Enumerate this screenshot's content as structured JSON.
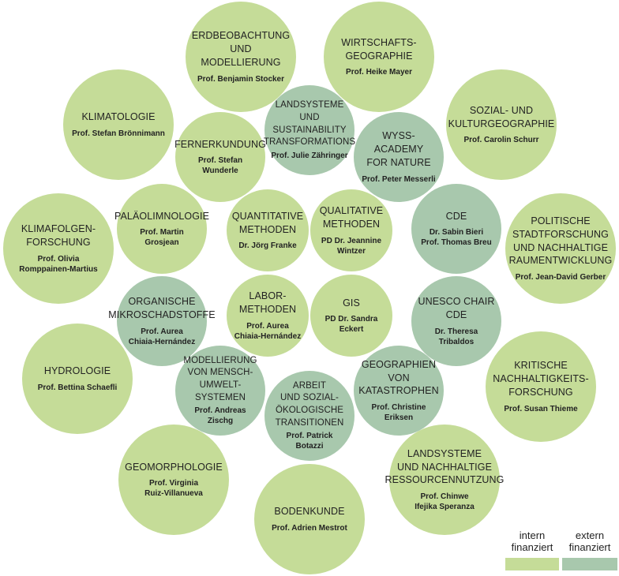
{
  "colors": {
    "intern": "#c5dc98",
    "extern": "#a8c8ad"
  },
  "nodes": [
    {
      "key": "erdbeobachtung",
      "type": "intern",
      "title": "ERDBEOBACHTUNG\nUND MODELLIERUNG",
      "sub": "Prof. Benjamin Stocker"
    },
    {
      "key": "wirtschaftsgeographie",
      "type": "intern",
      "title": "WIRTSCHAFTS-\nGEOGRAPHIE",
      "sub": "Prof. Heike Mayer"
    },
    {
      "key": "klimatologie",
      "type": "intern",
      "title": "KLIMATOLOGIE",
      "sub": "Prof. Stefan Brönnimann"
    },
    {
      "key": "sozial",
      "type": "intern",
      "title": "SOZIAL- UND\nKULTURGEOGRAPHIE",
      "sub": "Prof. Carolin Schurr"
    },
    {
      "key": "landsysteme-sustain",
      "type": "extern",
      "title": "LANDSYSTEME\nUND SUSTAINABILITY\nTRANSFORMATIONS",
      "sub": "Prof. Julie Zähringer"
    },
    {
      "key": "fernerkundung",
      "type": "intern",
      "title": "FERNERKUNDUNG",
      "sub": "Prof. Stefan Wunderle"
    },
    {
      "key": "wyss",
      "type": "extern",
      "title": "WYSS-ACADEMY\nFOR NATURE",
      "sub": "Prof. Peter Messerli"
    },
    {
      "key": "klimafolgen",
      "type": "intern",
      "title": "KLIMAFOLGEN-\nFORSCHUNG",
      "sub": "Prof. Olivia\nRomppainen-Martius"
    },
    {
      "key": "palaeo",
      "type": "intern",
      "title": "PALÄOLIMNOLOGIE",
      "sub": "Prof. Martin Grosjean"
    },
    {
      "key": "quantitativ",
      "type": "intern",
      "title": "QUANTITATIVE\nMETHODEN",
      "sub": "Dr. Jörg Franke"
    },
    {
      "key": "qualitativ",
      "type": "intern",
      "title": "QUALITATIVE\nMETHODEN",
      "sub": "PD Dr. Jeannine\nWintzer"
    },
    {
      "key": "cde",
      "type": "extern",
      "title": "CDE",
      "sub": "Dr. Sabin Bieri\nProf. Thomas Breu"
    },
    {
      "key": "politische",
      "type": "intern",
      "title": "POLITISCHE\nSTADTFORSCHUNG\nUND NACHHALTIGE\nRAUMENTWICKLUNG",
      "sub": "Prof. Jean-David Gerber"
    },
    {
      "key": "organische",
      "type": "extern",
      "title": "ORGANISCHE\nMIKROSCHADSTOFFE",
      "sub": "Prof. Aurea\nChiaia-Hernández"
    },
    {
      "key": "labor",
      "type": "intern",
      "title": "LABOR-\nMETHODEN",
      "sub": "Prof. Aurea\nChiaia-Hernández"
    },
    {
      "key": "gis",
      "type": "intern",
      "title": "GIS",
      "sub": "PD Dr. Sandra Eckert"
    },
    {
      "key": "unesco",
      "type": "extern",
      "title": "UNESCO CHAIR\nCDE",
      "sub": "Dr. Theresa Tribaldos"
    },
    {
      "key": "hydrologie",
      "type": "intern",
      "title": "HYDROLOGIE",
      "sub": "Prof. Bettina Schaefli"
    },
    {
      "key": "modellierung",
      "type": "extern",
      "title": "MODELLIERUNG\nVON MENSCH-\nUMWELT-SYSTEMEN",
      "sub": "Prof. Andreas Zischg"
    },
    {
      "key": "arbeit",
      "type": "extern",
      "title": "ARBEIT\nUND SOZIAL-\nÖKOLOGISCHE\nTRANSITIONEN",
      "sub": "Prof. Patrick\nBotazzi"
    },
    {
      "key": "katastrophen",
      "type": "extern",
      "title": "GEOGRAPHIEN VON\nKATASTROPHEN",
      "sub": "Prof. Christine Eriksen"
    },
    {
      "key": "kritische",
      "type": "intern",
      "title": "KRITISCHE\nNACHHALTIGKEITS-\nFORSCHUNG",
      "sub": "Prof. Susan Thieme"
    },
    {
      "key": "geomorphologie",
      "type": "intern",
      "title": "GEOMORPHOLOGIE",
      "sub": "Prof. Virginia\nRuiz-Villanueva"
    },
    {
      "key": "landsysteme-ressourcen",
      "type": "intern",
      "title": "LANDSYSTEME\nUND NACHHALTIGE\nRESSOURCENNUTZUNG",
      "sub": "Prof. Chinwe\nIfejika Speranza"
    },
    {
      "key": "bodenkunde",
      "type": "intern",
      "title": "BODENKUNDE",
      "sub": "Prof. Adrien Mestrot"
    }
  ],
  "legend": {
    "intern": "intern\nfinanziert",
    "extern": "extern\nfinanziert"
  }
}
